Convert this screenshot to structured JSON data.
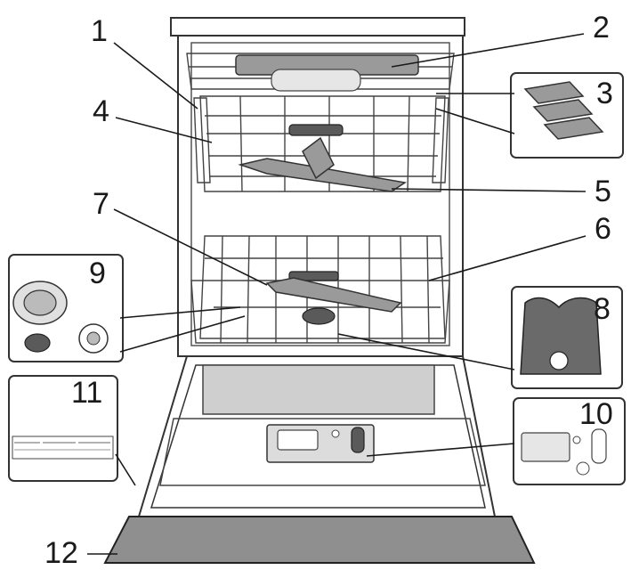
{
  "callouts": [
    {
      "id": "1",
      "label": "1"
    },
    {
      "id": "2",
      "label": "2"
    },
    {
      "id": "3",
      "label": "3"
    },
    {
      "id": "4",
      "label": "4"
    },
    {
      "id": "5",
      "label": "5"
    },
    {
      "id": "6",
      "label": "6"
    },
    {
      "id": "7",
      "label": "7"
    },
    {
      "id": "8",
      "label": "8"
    },
    {
      "id": "9",
      "label": "9"
    },
    {
      "id": "10",
      "label": "10"
    },
    {
      "id": "11",
      "label": "11"
    },
    {
      "id": "12",
      "label": "12"
    }
  ],
  "colors": {
    "outline": "#333333",
    "part_grey": "#9a9a9a",
    "part_dark": "#5a5a5a",
    "background": "#ffffff"
  }
}
